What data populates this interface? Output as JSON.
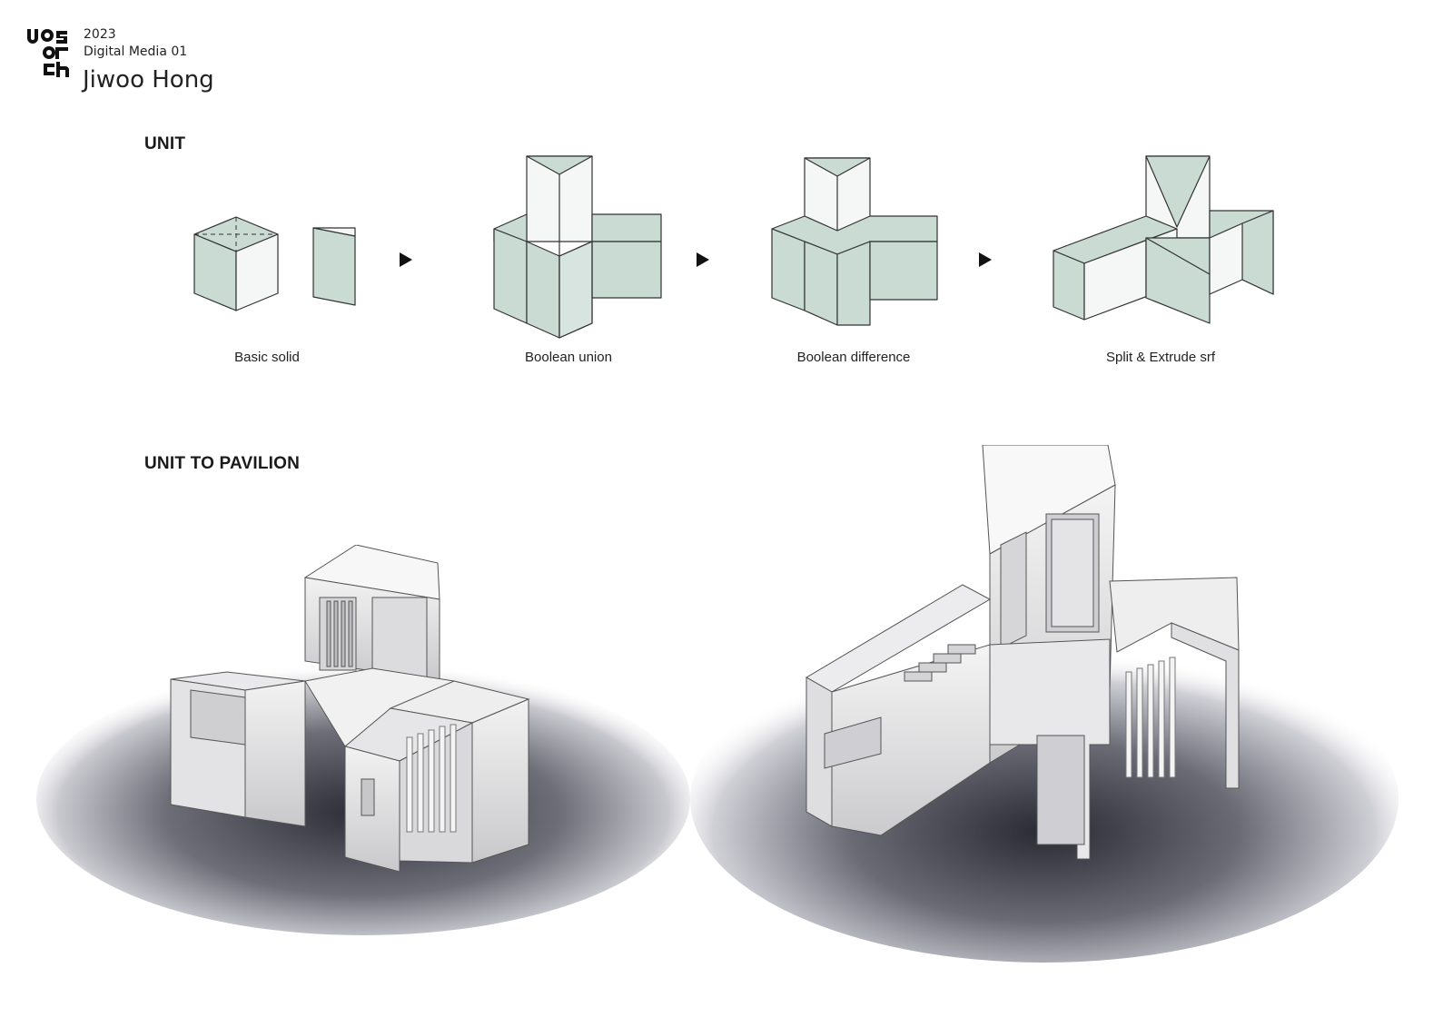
{
  "header": {
    "logo_text": "uos arch",
    "year": "2023",
    "course": "Digital Media 01",
    "author": "Jiwoo Hong"
  },
  "sections": {
    "unit_title": "UNIT",
    "pavilion_title": "UNIT TO PAVILION"
  },
  "steps": [
    {
      "label": "Basic solid"
    },
    {
      "label": "Boolean union"
    },
    {
      "label": "Boolean difference"
    },
    {
      "label": "Split & Extrude srf"
    }
  ],
  "icons": [
    "arrow-right-icon",
    "arrow-right-icon",
    "arrow-right-icon"
  ],
  "colors": {
    "unit_fill": "#c9dbd3",
    "unit_light": "#f4f7f5",
    "stroke": "#333333",
    "shadow": "#3a3a44"
  }
}
